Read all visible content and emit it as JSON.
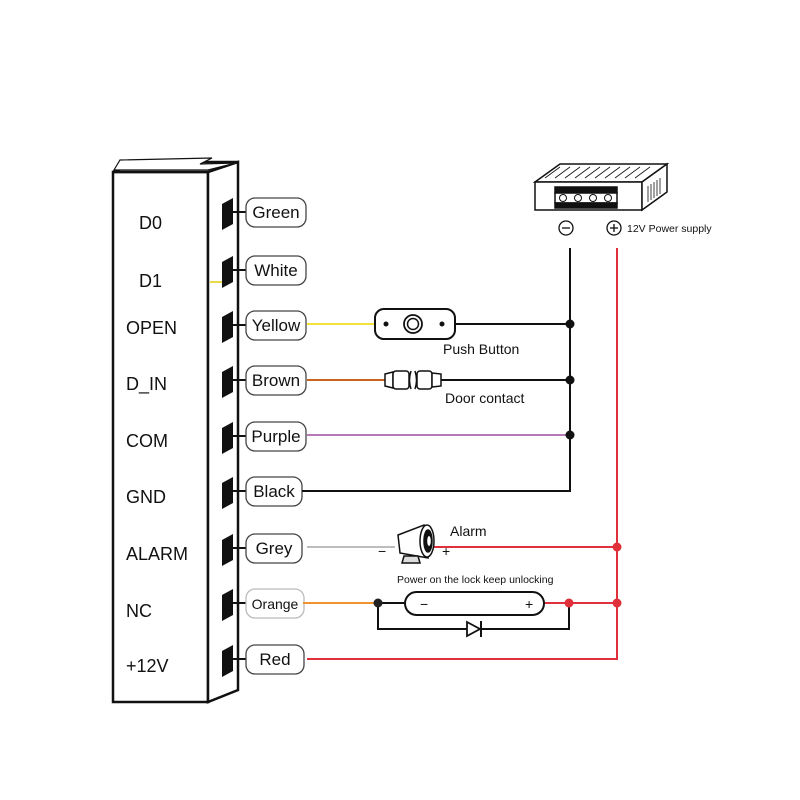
{
  "title": "Access controller wiring diagram",
  "controller": {
    "pins": [
      {
        "label": "D0",
        "wire": "Green",
        "color": "#3a3a3a"
      },
      {
        "label": "D1",
        "wire": "White",
        "color": "#e8d94a"
      },
      {
        "label": "OPEN",
        "wire": "Yellow",
        "color": "#f2e23a"
      },
      {
        "label": "D_IN",
        "wire": "Brown",
        "color": "#c8641e"
      },
      {
        "label": "COM",
        "wire": "Purple",
        "color": "#b57ab5"
      },
      {
        "label": "GND",
        "wire": "Black",
        "color": "#111111"
      },
      {
        "label": "ALARM",
        "wire": "Grey",
        "color": "#bdbdbd"
      },
      {
        "label": "NC",
        "wire": "Orange",
        "color": "#f0922e"
      },
      {
        "label": "+12V",
        "wire": "Red",
        "color": "#e0303c"
      }
    ]
  },
  "power_supply": {
    "label": "12V Power supply",
    "negative_symbol": "−",
    "positive_symbol": "+"
  },
  "components": {
    "push_button": {
      "label": "Push Button"
    },
    "door_contact": {
      "label": "Door contact"
    },
    "alarm": {
      "label": "Alarm",
      "minus": "−",
      "plus": "+"
    },
    "lock": {
      "caption": "Power on the lock keep unlocking",
      "minus": "−",
      "plus": "+"
    }
  },
  "colors": {
    "red_wire": "#e0303c",
    "black_wire": "#111111"
  }
}
